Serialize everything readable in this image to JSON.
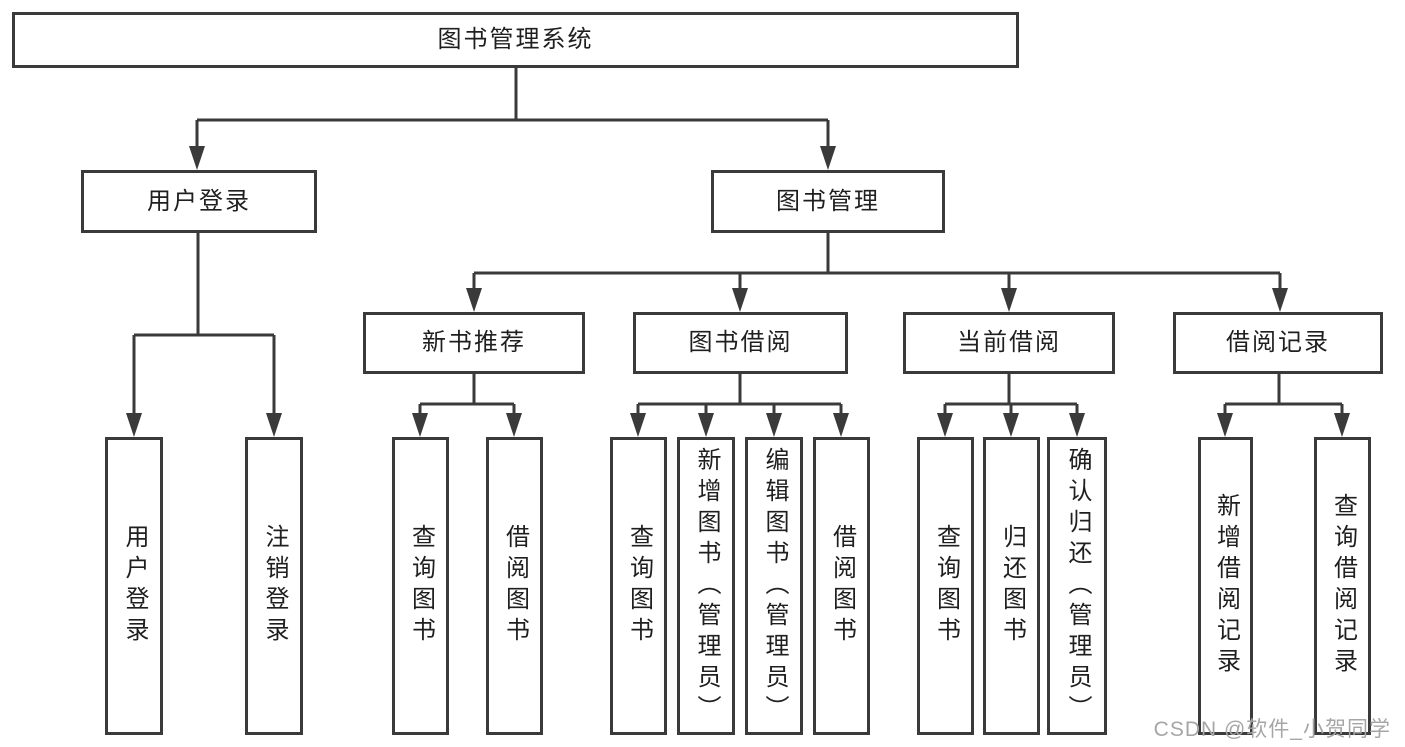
{
  "colors": {
    "line": "#3a3a3a",
    "box_border": "#3a3a3a",
    "text": "#1f1f1f",
    "watermark": "#a6a6a6",
    "background": "#ffffff"
  },
  "diagram": {
    "type": "hierarchy-tree",
    "root": {
      "label": "图书管理系统"
    },
    "level1": [
      {
        "label": "用户登录"
      },
      {
        "label": "图书管理"
      }
    ],
    "level2": [
      {
        "label": "新书推荐"
      },
      {
        "label": "图书借阅"
      },
      {
        "label": "当前借阅"
      },
      {
        "label": "借阅记录"
      }
    ],
    "leaves": {
      "user_login": [
        {
          "label": "用户登录"
        },
        {
          "label": "注销登录"
        }
      ],
      "new_book_recommend": [
        {
          "label": "查询图书"
        },
        {
          "label": "借阅图书"
        }
      ],
      "book_borrow": [
        {
          "label": "查询图书"
        },
        {
          "label": "新增图书（管理员）"
        },
        {
          "label": "编辑图书（管理员）"
        },
        {
          "label": "借阅图书"
        }
      ],
      "current_borrow": [
        {
          "label": "查询图书"
        },
        {
          "label": "归还图书"
        },
        {
          "label": "确认归还（管理员）"
        }
      ],
      "borrow_record": [
        {
          "label": "新增借阅记录"
        },
        {
          "label": "查询借阅记录"
        }
      ]
    }
  },
  "watermark": {
    "text": "CSDN @软件_小贺同学"
  }
}
